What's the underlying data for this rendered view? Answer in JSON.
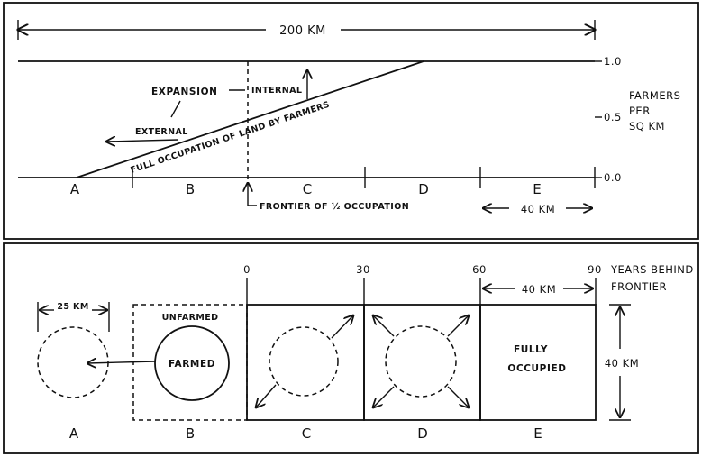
{
  "top_panel": {
    "width_label": "200 KM",
    "y_ticks": [
      "1.0",
      "0.5",
      "0.0"
    ],
    "y_axis_label": [
      "FARMERS",
      "PER",
      "SQ KM"
    ],
    "expansion_label": "EXPANSION",
    "internal_label": "INTERNAL",
    "external_label": "EXTERNAL",
    "slope_label": "FULL OCCUPATION OF LAND BY FARMERS",
    "frontier_label": "FRONTIER OF ½ OCCUPATION",
    "zone_label_40km": "40 KM",
    "zones": [
      "A",
      "B",
      "C",
      "D",
      "E"
    ]
  },
  "bottom_panel": {
    "year_ticks": [
      "0",
      "30",
      "60",
      "90"
    ],
    "years_label": [
      "YEARS BEHIND",
      "FRONTIER"
    ],
    "width_label_40km": "40 KM",
    "height_label_40km": "40 KM",
    "diameter_label": "25 KM",
    "unfarmed_label": "UNFARMED",
    "farmed_label": "FARMED",
    "fully_occupied_label": [
      "FULLY",
      "OCCUPIED"
    ],
    "zones": [
      "A",
      "B",
      "C",
      "D",
      "E"
    ]
  }
}
